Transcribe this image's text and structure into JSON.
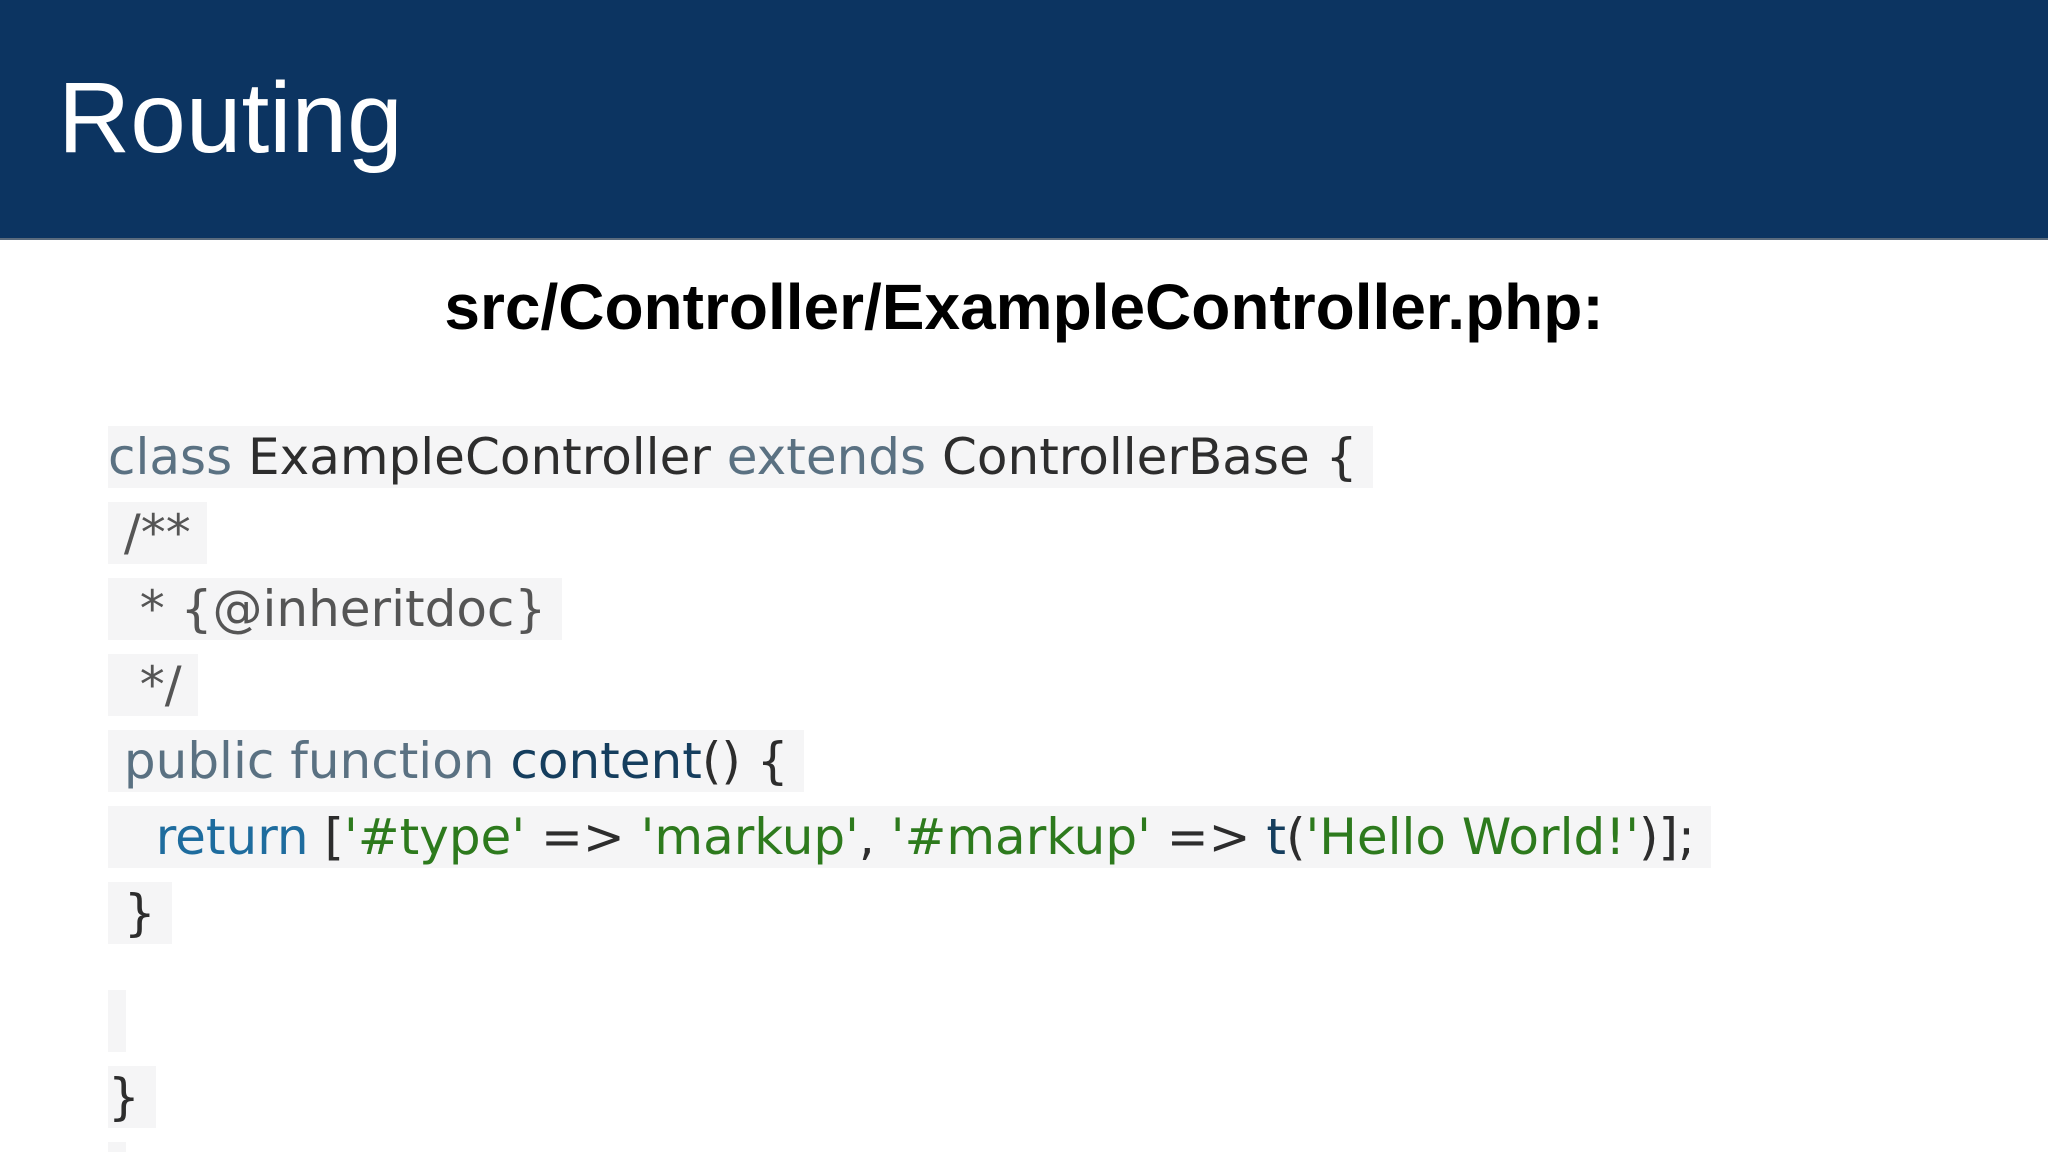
{
  "slide": {
    "title": "Routing",
    "file_label": "src/Controller/ExampleController.php:"
  },
  "code": {
    "line1": {
      "kw_class": "class",
      "name": " ExampleController ",
      "kw_extends": "extends",
      "rest": " ControllerBase {"
    },
    "line2": {
      "text": " /**"
    },
    "line3": {
      "text": "  * {@inheritdoc}"
    },
    "line4": {
      "text": "  */"
    },
    "line5": {
      "kw_public": " public function ",
      "fn_name": "content",
      "rest": "() {"
    },
    "line6": {
      "indent": "   ",
      "kw_return": "return",
      "p1": " [",
      "s1": "'#type'",
      "p2": " => ",
      "s2": "'markup'",
      "p3": ", ",
      "s3": "'#markup'",
      "p4": " => ",
      "fn_t": "t",
      "p5": "(",
      "s4": "'Hello World!'",
      "p6": ")];"
    },
    "line7": {
      "text": " }"
    },
    "line9": {
      "text": "}"
    }
  },
  "colors": {
    "header_background": "#0c3461",
    "keyword": "#5a7182",
    "string": "#2d7a1d",
    "function": "#153e5e",
    "return_keyword": "#1e6c9e",
    "code_background": "#f5f5f6"
  }
}
